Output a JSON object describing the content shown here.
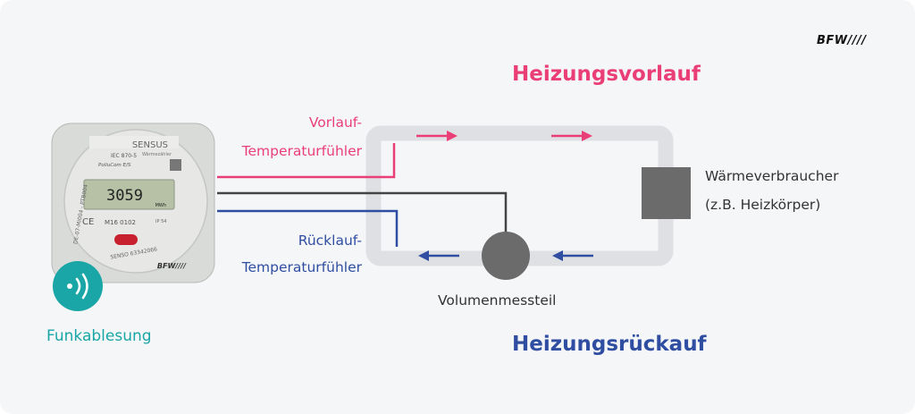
{
  "brand": "BFW////",
  "titles": {
    "supply": "Heizungsvorlauf",
    "return": "Heizungsrückauf"
  },
  "labels": {
    "supply_sensor_line1": "Vorlauf-",
    "supply_sensor_line2": "Temperaturfühler",
    "return_sensor_line1": "Rücklauf-",
    "return_sensor_line2": "Temperaturfühler",
    "volume_meter": "Volumenmessteil",
    "consumer_line1": "Wärmeverbraucher",
    "consumer_line2": "(z.B. Heizkörper)",
    "radio_reading": "Funkablesung"
  },
  "meter": {
    "display_value": "3059",
    "display_unit": "MWh",
    "brand": "SENSUS",
    "subbrand": "Wärmezähler",
    "model": "PolluCom E/S",
    "standard": "IEC 870-5",
    "size_code": "M16 0102",
    "protection": "IP 54",
    "serial_side": "DE-07-MI004 - PTB004",
    "serial_bottom": "SENSO 63342066",
    "logo": "BFW////"
  },
  "colors": {
    "supply": "#ea3e77",
    "return": "#2f4ea1",
    "pipe": "#dfe0e3",
    "teal": "#1aa6a6",
    "component": "#6b6b6b"
  }
}
